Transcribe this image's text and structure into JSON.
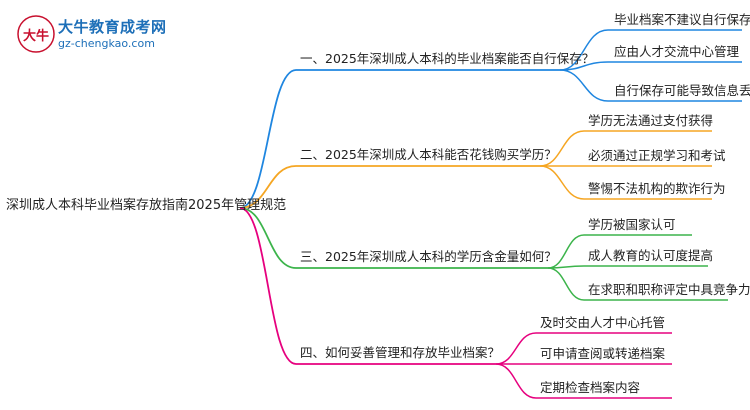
{
  "logo": {
    "name": "大牛教育成考网",
    "url": "gz-chengkao.com",
    "mark_text": "大牛"
  },
  "colors": {
    "blue": "#1f86e0",
    "orange": "#f5a623",
    "green": "#3cb44b",
    "pink": "#e6007e"
  },
  "mindmap": {
    "root": "深圳成人本科毕业档案存放指南2025年管理规范",
    "branches": [
      {
        "label": "一、2025年深圳成人本科的毕业档案能否自行保存？",
        "color": "blue",
        "children": [
          "毕业档案不建议自行保存",
          "应由人才交流中心管理",
          "自行保存可能导致信息丢失"
        ]
      },
      {
        "label": "二、2025年深圳成人本科能否花钱购买学历？",
        "color": "orange",
        "children": [
          "学历无法通过支付获得",
          "必须通过正规学习和考试",
          "警惕不法机构的欺诈行为"
        ]
      },
      {
        "label": "三、2025年深圳成人本科的学历含金量如何？",
        "color": "green",
        "children": [
          "学历被国家认可",
          "成人教育的认可度提高",
          "在求职和职称评定中具竞争力"
        ]
      },
      {
        "label": "四、如何妥善管理和存放毕业档案？",
        "color": "pink",
        "children": [
          "及时交由人才中心托管",
          "可申请查阅或转递档案",
          "定期检查档案内容"
        ]
      }
    ]
  }
}
